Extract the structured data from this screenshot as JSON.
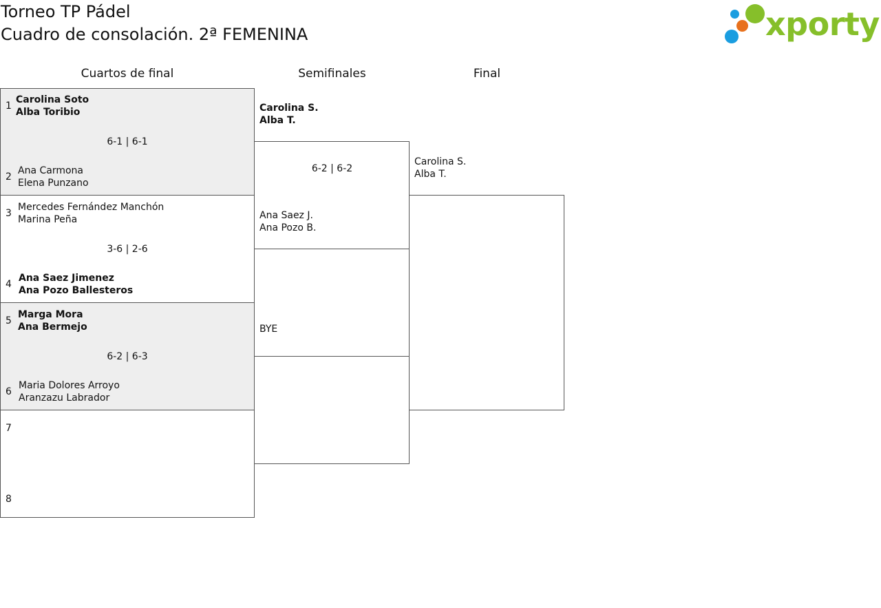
{
  "header": {
    "title": "Torneo TP Pádel",
    "subtitle": "Cuadro de consolación. 2ª FEMENINA",
    "logo_text": "xporty",
    "logo_colors": [
      "#1a9de0",
      "#e8711c",
      "#86bf2a"
    ]
  },
  "rounds": {
    "quarterfinals": "Cuartos de final",
    "semifinals": "Semifinales",
    "final": "Final"
  },
  "quarterfinals": [
    {
      "seed_a": "1",
      "team_a": [
        "Carolina Soto",
        "Alba Toribio"
      ],
      "seed_b": "2",
      "team_b": [
        "Ana Carmona",
        "Elena Punzano"
      ],
      "score": "6-1 | 6-1",
      "winner": "a"
    },
    {
      "seed_a": "3",
      "team_a": [
        "Mercedes Fernández Manchón",
        "Marina Peña"
      ],
      "seed_b": "4",
      "team_b": [
        "Ana Saez Jimenez",
        "Ana Pozo Ballesteros"
      ],
      "score": "3-6 | 2-6",
      "winner": "b"
    },
    {
      "seed_a": "5",
      "team_a": [
        "Marga Mora",
        "Ana Bermejo"
      ],
      "seed_b": "6",
      "team_b": [
        "Maria Dolores Arroyo",
        "Aranzazu Labrador"
      ],
      "score": "6-2 | 6-3",
      "winner": "a"
    },
    {
      "seed_a": "7",
      "team_a": [],
      "seed_b": "8",
      "team_b": [],
      "score": "",
      "winner": ""
    }
  ],
  "semifinals": [
    {
      "team_a": [
        "Carolina S.",
        "Alba T."
      ],
      "team_b": [
        "Ana Saez J.",
        "Ana Pozo B."
      ],
      "score": "6-2 | 6-2",
      "winner": "a"
    },
    {
      "team_a": [
        "BYE"
      ],
      "team_b": [],
      "score": "",
      "winner": ""
    }
  ],
  "final": {
    "team_a": [
      "Carolina S.",
      "Alba T."
    ],
    "team_b": [],
    "score": ""
  }
}
